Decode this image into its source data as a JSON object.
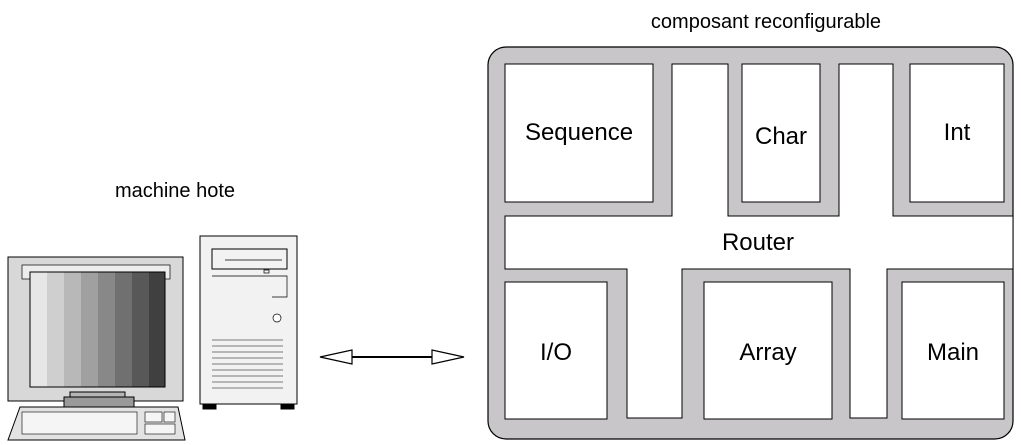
{
  "host": {
    "label": "machine hote",
    "icon": "desktop-computer-icon"
  },
  "link": {
    "icon": "bidirectional-arrow-icon"
  },
  "component": {
    "title": "composant reconfigurable",
    "modules": {
      "sequence": "Sequence",
      "char": "Char",
      "int": "Int",
      "router": "Router",
      "io": "I/O",
      "array": "Array",
      "main": "Main"
    }
  },
  "colors": {
    "chip_fill": "#c8c6c8",
    "module_fill": "#ffffff",
    "stroke": "#000000"
  }
}
